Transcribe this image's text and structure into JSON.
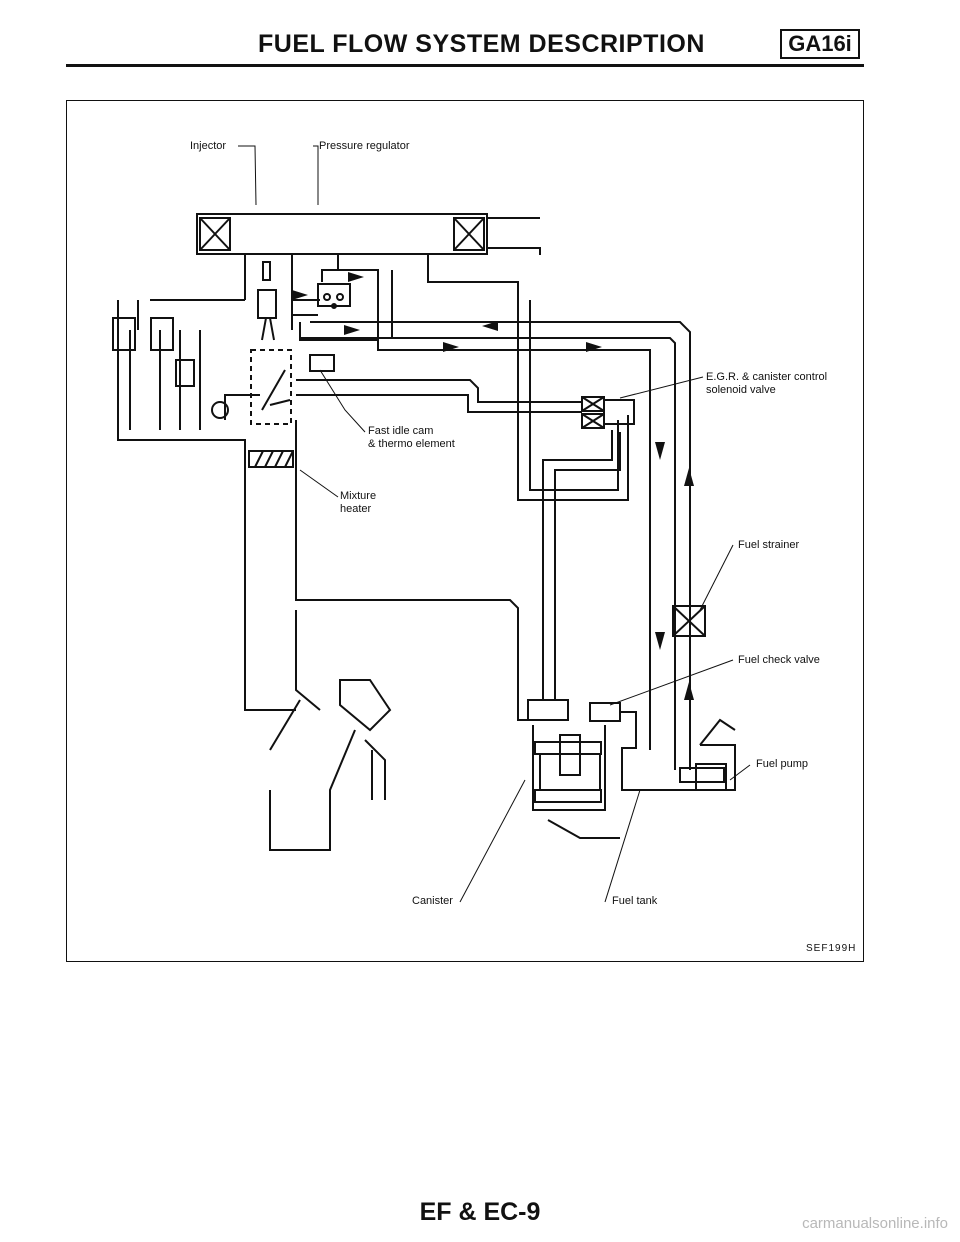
{
  "header": {
    "title": "FUEL FLOW SYSTEM DESCRIPTION",
    "engine_badge": "GA16i"
  },
  "diagram": {
    "labels": {
      "injector": "Injector",
      "pressure_regulator": "Pressure regulator",
      "egr_valve_line1": "E.G.R. & canister control",
      "egr_valve_line2": "solenoid valve",
      "fast_idle_line1": "Fast idle cam",
      "fast_idle_line2": "& thermo element",
      "mixture_line1": "Mixture",
      "mixture_line2": "heater",
      "fuel_strainer": "Fuel strainer",
      "fuel_check_valve": "Fuel check valve",
      "fuel_pump": "Fuel pump",
      "canister": "Canister",
      "fuel_tank": "Fuel tank"
    },
    "figure_code": "SEF199H"
  },
  "footer": {
    "page_number": "EF & EC-9",
    "watermark": "carmanualsonline.info"
  }
}
